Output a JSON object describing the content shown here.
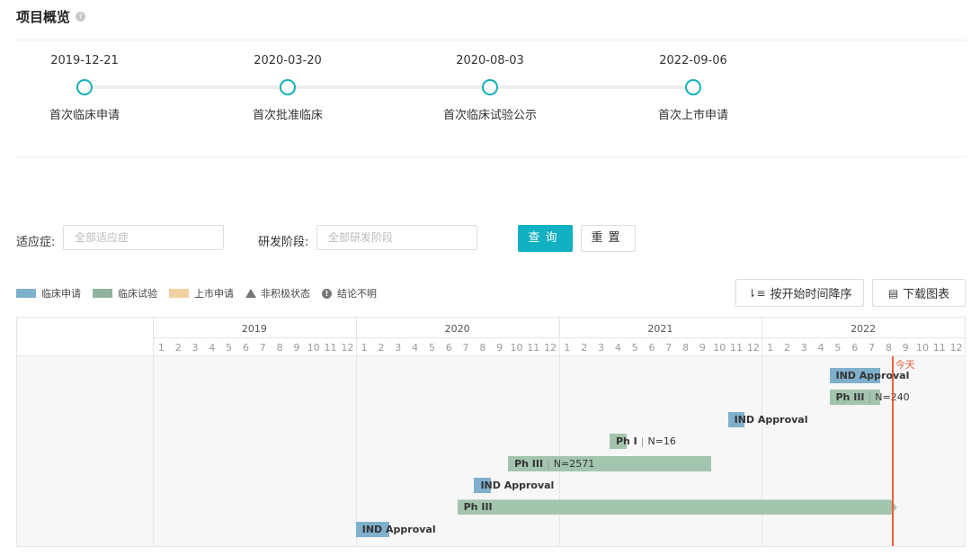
{
  "overview": {
    "title": "项目概览",
    "help_icon": "question-circle-icon"
  },
  "timeline": [
    {
      "date": "2019-12-21",
      "name": "首次临床申请"
    },
    {
      "date": "2020-03-20",
      "name": "首次批准临床"
    },
    {
      "date": "2020-08-03",
      "name": "首次临床试验公示"
    },
    {
      "date": "2022-09-06",
      "name": "首次上市申请"
    }
  ],
  "filters": {
    "indication_label": "适应症:",
    "indication_placeholder": "全部适应症",
    "stage_label": "研发阶段:",
    "stage_placeholder": "全部研发阶段",
    "query_button": "查询",
    "reset_button": "重置"
  },
  "legend": [
    {
      "label": "临床申请",
      "color": "#7fb0cc"
    },
    {
      "label": "临床试验",
      "color": "#8fb39b"
    },
    {
      "label": "上市申请",
      "color": "#f2cfa0"
    },
    {
      "label": "非积极状态",
      "icon": "triangle-icon"
    },
    {
      "label": "结论不明",
      "icon": "exclamation-circle-icon"
    }
  ],
  "toolbar": {
    "sort_button": "按开始时间降序",
    "sort_icon": "sort-descending-icon",
    "download_button": "下载图表",
    "download_icon": "document-icon"
  },
  "gantt": {
    "years": [
      "2019",
      "2020",
      "2021",
      "2022"
    ],
    "months": [
      "1",
      "2",
      "3",
      "4",
      "5",
      "6",
      "7",
      "8",
      "9",
      "10",
      "11",
      "12"
    ],
    "today_label": "今天",
    "today_date": "2022-09",
    "colors": {
      "application": "#7fb0cc",
      "trial": "#a3c5ae",
      "today": "#e8603c"
    },
    "rows": [
      {
        "type": "application",
        "start": "2022-05",
        "end": "2022-08",
        "label": "IND Approval",
        "n": ""
      },
      {
        "type": "trial",
        "start": "2022-05",
        "end": "2022-08",
        "label": "Ph III",
        "n": "N=240"
      },
      {
        "type": "application",
        "start": "2021-11",
        "end": "2021-12",
        "label": "IND Approval",
        "n": ""
      },
      {
        "type": "trial",
        "start": "2021-04",
        "end": "2021-05",
        "label": "Ph I",
        "n": "N=16"
      },
      {
        "type": "trial",
        "start": "2020-10",
        "end": "2021-10",
        "label": "Ph III",
        "n": "N=2571"
      },
      {
        "type": "application",
        "start": "2020-08",
        "end": "2020-09",
        "label": "IND Approval",
        "n": ""
      },
      {
        "type": "trial",
        "start": "2020-07",
        "end": "2022-09",
        "label": "Ph III",
        "n": "",
        "ongoing": true
      },
      {
        "type": "application",
        "start": "2020-01",
        "end": "2020-03",
        "label": "IND Approval",
        "n": ""
      }
    ]
  }
}
